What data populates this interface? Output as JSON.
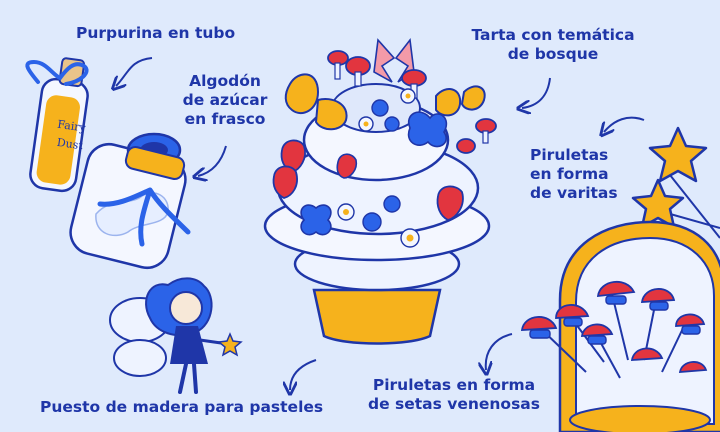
{
  "labels": {
    "glitter": "Purpurina en tubo",
    "cotton_candy": [
      "Algodón",
      "de azúcar",
      "en frasco"
    ],
    "forest_cake": [
      "Tarta con temática",
      "de bosque"
    ],
    "wand_lollipops": [
      "Piruletas",
      "en forma",
      "de varitas"
    ],
    "wood_stand": "Puesto de madera para pasteles",
    "mushroom_lollipops": [
      "Piruletas en forma",
      "de setas venenosas"
    ]
  },
  "vial_text": [
    "Fairy",
    "Dust"
  ],
  "colors": {
    "background": "#dfeafc",
    "ink": "#1f36a8",
    "accent_yellow": "#f6b21c",
    "accent_red": "#e2353f",
    "accent_blue": "#2b63e8"
  }
}
